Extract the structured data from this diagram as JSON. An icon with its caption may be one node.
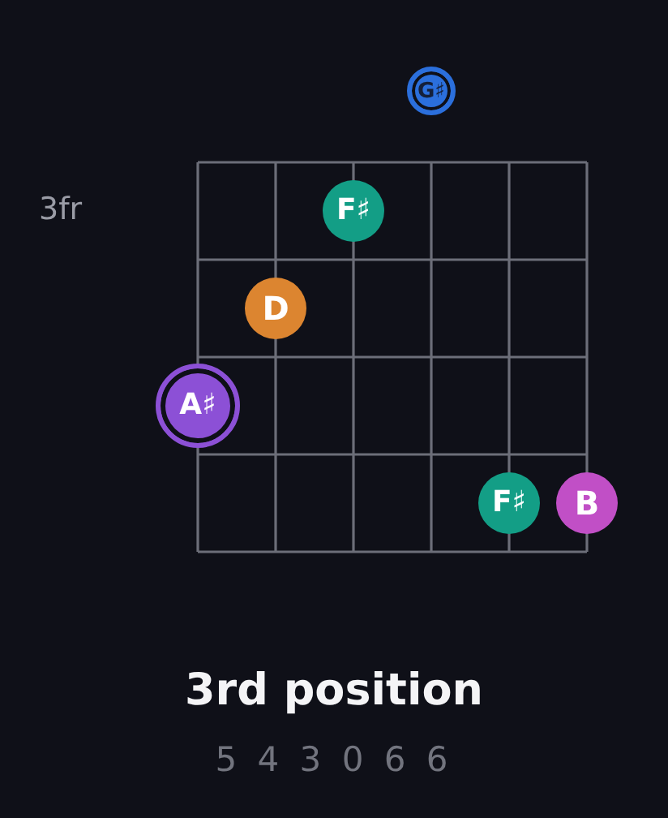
{
  "diagram": {
    "title": "3rd position",
    "nodes": [
      {
        "text": [
          "G♯"
        ]
      },
      {
        "text": [
          "F♯"
        ]
      },
      {
        "text": [
          "D"
        ]
      },
      {
        "text": [
          "A♯"
        ]
      },
      {
        "text": [
          "F♯"
        ]
      },
      {
        "text": [
          "B"
        ]
      }
    ],
    "labels": [
      "3fr",
      "5 4 3 0 6 6"
    ]
  }
}
